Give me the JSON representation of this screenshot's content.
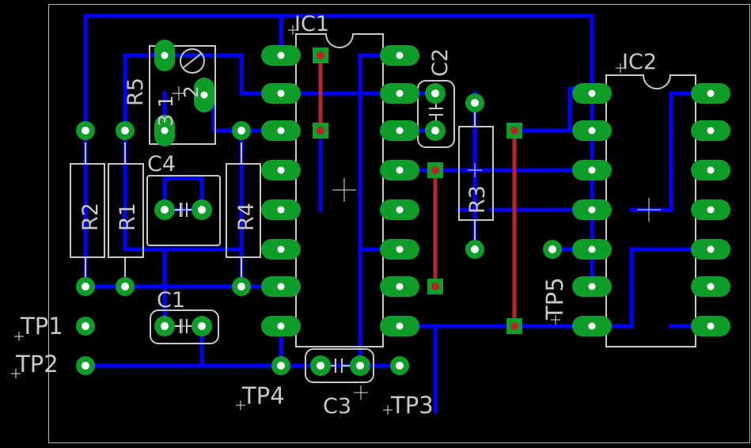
{
  "colors": {
    "background": "#000000",
    "board_outline": "#b4b4b4",
    "silkscreen": "#c8c8c8",
    "top_trace": "#0000ff",
    "bottom_trace": "#b4282c",
    "pad": "#0f9d29",
    "drill": "#ffffff"
  },
  "components": {
    "ic1": "IC1",
    "ic2": "IC2",
    "r1": "R1",
    "r2": "R2",
    "r3": "R3",
    "r4": "R4",
    "r5": "R5",
    "r5_pins": "3 1",
    "r5_pin2": "2",
    "c1": "C1",
    "c2": "C2",
    "c3": "C3",
    "c4": "C4"
  },
  "test_points": {
    "tp1": "TP1",
    "tp2": "TP2",
    "tp3": "TP3",
    "tp4": "TP4",
    "tp5": "TP5"
  }
}
